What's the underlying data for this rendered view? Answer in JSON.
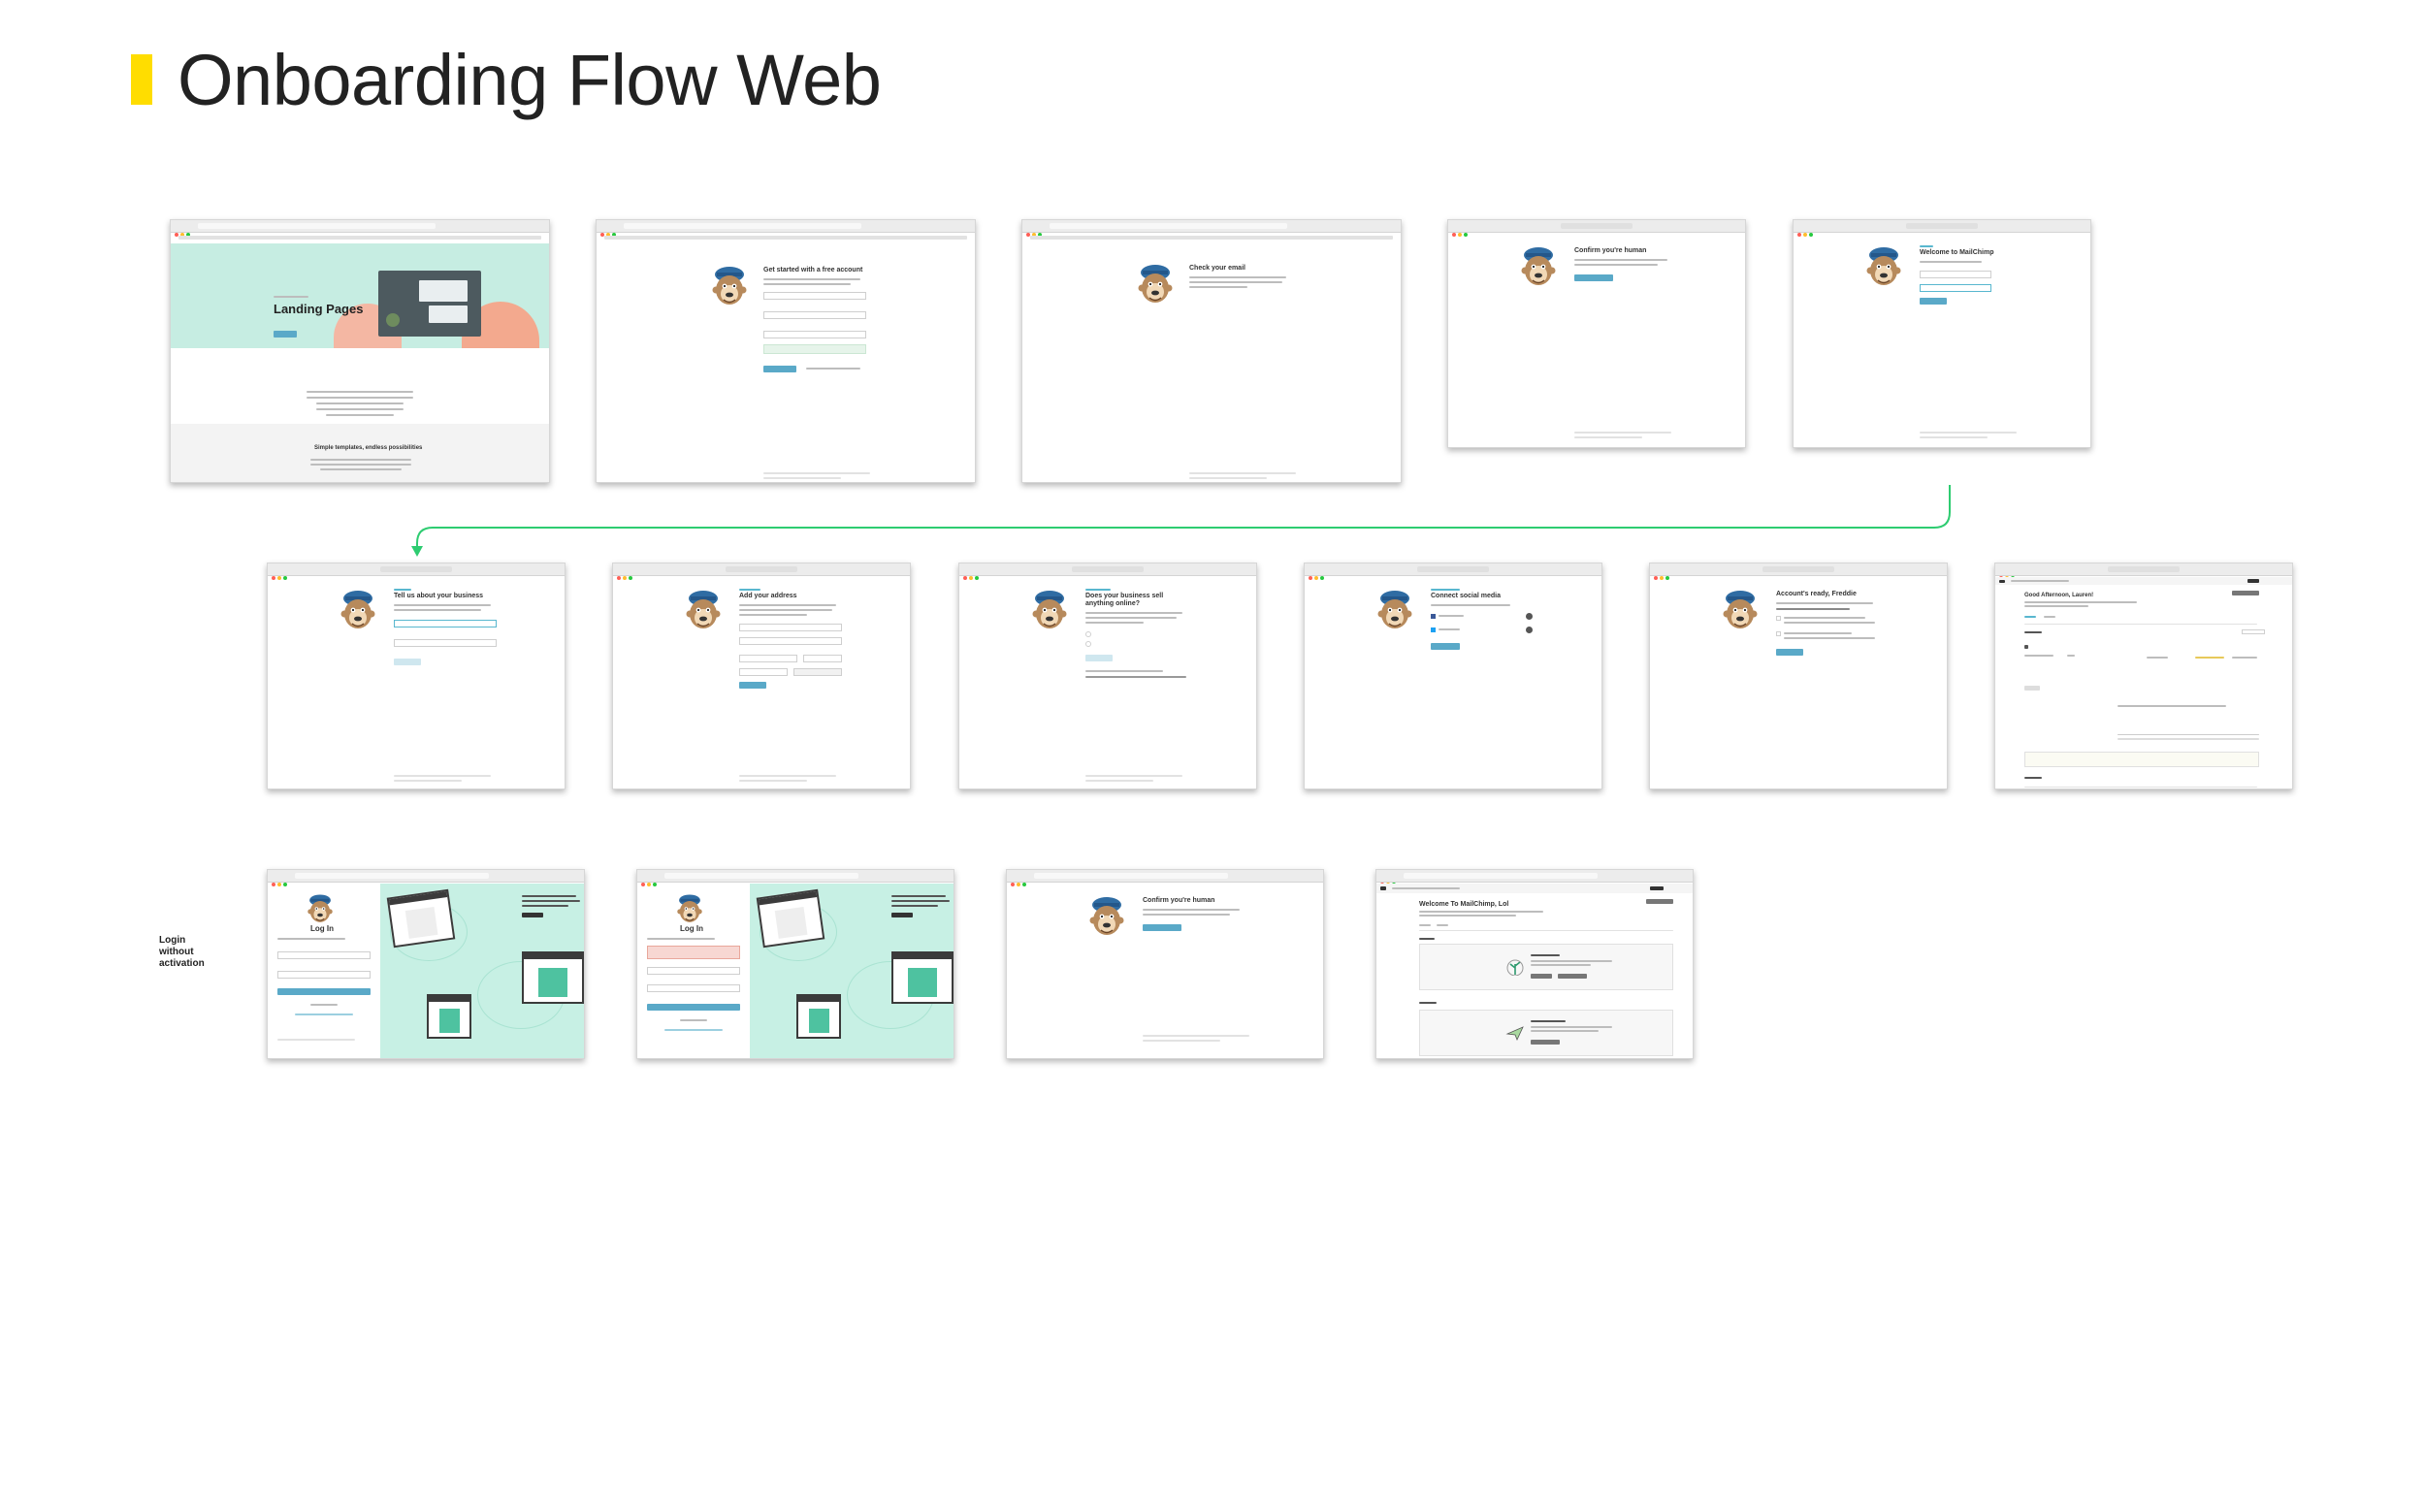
{
  "page": {
    "title": "Onboarding Flow Web",
    "accent_color": "#ffdd00",
    "connector_color": "#2ecc71"
  },
  "side_label": {
    "line1": "Login",
    "line2": "without",
    "line3": "activation"
  },
  "screens": {
    "landing": {
      "heading": "Landing Pages",
      "body_heading": "Simple templates, endless possibilities"
    },
    "signup": {
      "heading": "Get started with a free account"
    },
    "check_email": {
      "heading": "Check your email"
    },
    "confirm_human_1": {
      "heading": "Confirm you're human"
    },
    "welcome": {
      "heading": "Welcome to MailChimp"
    },
    "tell_business": {
      "heading": "Tell us about your business"
    },
    "add_address": {
      "heading": "Add your address"
    },
    "sell_online": {
      "heading": "Does your business sell anything online?"
    },
    "social": {
      "heading": "Connect social media"
    },
    "account_ready": {
      "heading": "Account's ready, Freddie"
    },
    "dashboard": {
      "heading": "Good Afternoon, Lauren!"
    },
    "login_1": {
      "heading": "Log In"
    },
    "login_2": {
      "heading": "Log In"
    },
    "confirm_human_2": {
      "heading": "Confirm you're human"
    },
    "welcome_dashboard": {
      "heading": "Welcome To MailChimp, Lol"
    }
  },
  "icons": {
    "brand": "freddie-avatar-icon",
    "connector": "flow-arrow-icon"
  }
}
